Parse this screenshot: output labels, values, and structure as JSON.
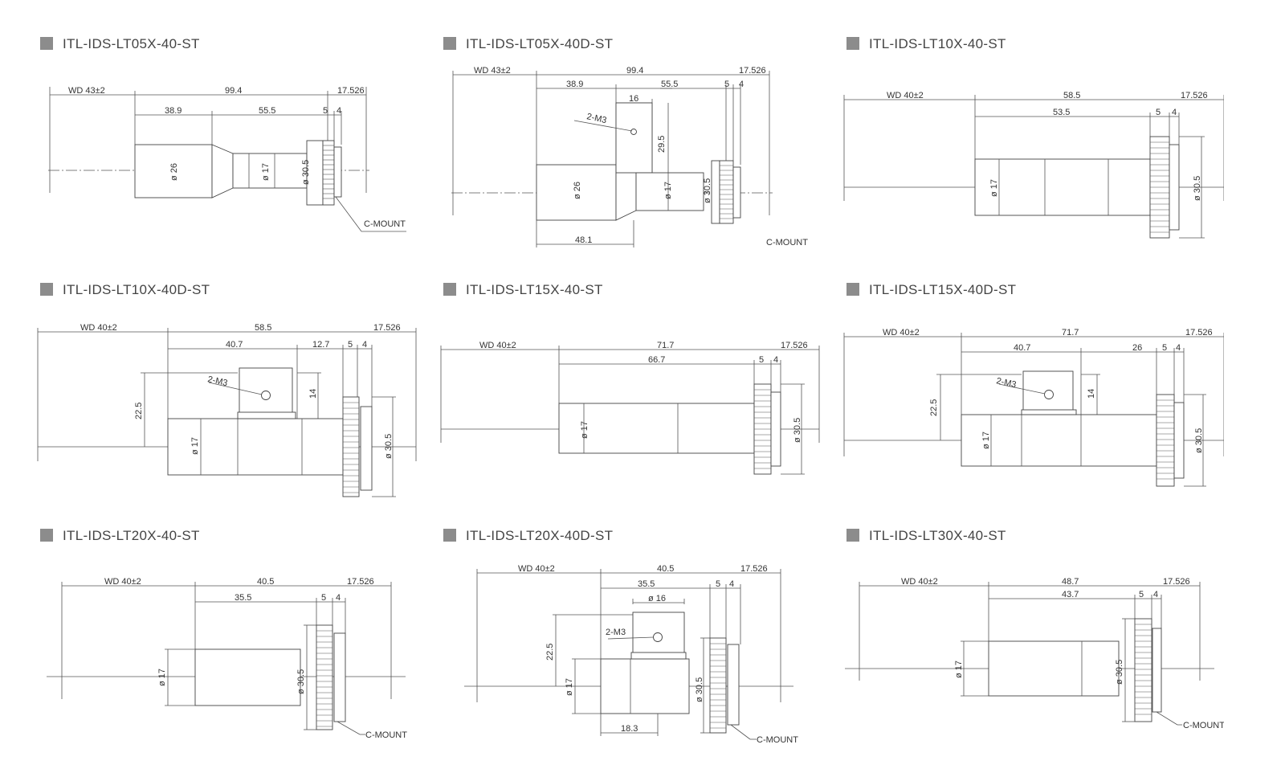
{
  "panels": [
    {
      "id": "p1",
      "title": "ITL-IDS-LT05X-40-ST",
      "labels": {
        "wd": "WD 43±2",
        "total": "99.4",
        "flange": "17.526",
        "a": "38.9",
        "b": "55.5",
        "c": "5",
        "d": "4",
        "dia_front": "ø 26",
        "dia_mid": "ø 17",
        "dia_ring": "ø 30.5",
        "mount": "C-MOUNT"
      }
    },
    {
      "id": "p2",
      "title": "ITL-IDS-LT05X-40D-ST",
      "labels": {
        "wd": "WD 43±2",
        "total": "99.4",
        "flange": "17.526",
        "a": "38.9",
        "b": "55.5",
        "c": "5",
        "d": "4",
        "port": "16",
        "screw": "2-M3",
        "height": "29.5",
        "dia_front": "ø 26",
        "dia_mid": "ø 17",
        "dia_ring": "ø 30.5",
        "bottom": "48.1",
        "mount": "C-MOUNT"
      }
    },
    {
      "id": "p3",
      "title": "ITL-IDS-LT10X-40-ST",
      "labels": {
        "wd": "WD 40±2",
        "total": "58.5",
        "flange": "17.526",
        "a": "53.5",
        "c": "5",
        "d": "4",
        "dia_body": "ø 17",
        "dia_ring": "ø 30.5"
      }
    },
    {
      "id": "p4",
      "title": "ITL-IDS-LT10X-40D-ST",
      "labels": {
        "wd": "WD 40±2",
        "total": "58.5",
        "flange": "17.526",
        "a": "40.7",
        "b": "12.7",
        "c": "5",
        "d": "4",
        "screw": "2-M3",
        "port_h": "14",
        "height": "22.5",
        "dia_body": "ø 17",
        "dia_ring": "ø 30.5"
      }
    },
    {
      "id": "p5",
      "title": "ITL-IDS-LT15X-40-ST",
      "labels": {
        "wd": "WD 40±2",
        "total": "71.7",
        "flange": "17.526",
        "a": "66.7",
        "c": "5",
        "d": "4",
        "dia_body": "ø 17",
        "dia_ring": "ø 30.5"
      }
    },
    {
      "id": "p6",
      "title": "ITL-IDS-LT15X-40D-ST",
      "labels": {
        "wd": "WD 40±2",
        "total": "71.7",
        "flange": "17.526",
        "a": "40.7",
        "b": "26",
        "c": "5",
        "d": "4",
        "screw": "2-M3",
        "port_h": "14",
        "height": "22.5",
        "dia_body": "ø 17",
        "dia_ring": "ø 30.5"
      }
    },
    {
      "id": "p7",
      "title": "ITL-IDS-LT20X-40-ST",
      "labels": {
        "wd": "WD 40±2",
        "total": "40.5",
        "flange": "17.526",
        "a": "35.5",
        "c": "5",
        "d": "4",
        "dia_body": "ø 17",
        "dia_ring": "ø 30.5",
        "mount": "C-MOUNT"
      }
    },
    {
      "id": "p8",
      "title": "ITL-IDS-LT20X-40D-ST",
      "labels": {
        "wd": "WD 40±2",
        "total": "40.5",
        "flange": "17.526",
        "a": "35.5",
        "c": "5",
        "d": "4",
        "port": "ø 16",
        "screw": "2-M3",
        "height": "22.5",
        "dia_body": "ø 17",
        "dia_ring": "ø 30.5",
        "bottom": "18.3",
        "mount": "C-MOUNT"
      }
    },
    {
      "id": "p9",
      "title": "ITL-IDS-LT30X-40-ST",
      "labels": {
        "wd": "WD 40±2",
        "total": "48.7",
        "flange": "17.526",
        "a": "43.7",
        "c": "5",
        "d": "4",
        "dia_body": "ø 17",
        "dia_ring": "ø 30.5",
        "mount": "C-MOUNT"
      }
    }
  ]
}
